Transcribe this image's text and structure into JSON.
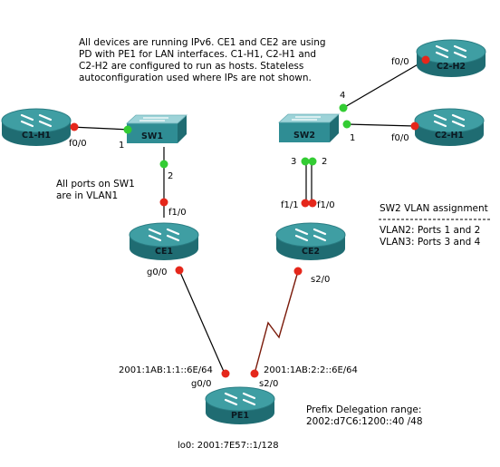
{
  "notes": {
    "top_line1": "All devices are running IPv6. CE1 and CE2 are using",
    "top_line2": "PD with PE1 for LAN interfaces. C1-H1, C2-H1 and",
    "top_line3": "C2-H2 are configured to run as hosts. Stateless",
    "top_line4": "autoconfiguration used where IPs are not shown.",
    "sw1_line1": "All ports on SW1",
    "sw1_line2": "are in VLAN1",
    "vlan_title": "SW2 VLAN assignment",
    "vlan_line1": "VLAN2: Ports 1 and 2",
    "vlan_line2": "VLAN3: Ports 3 and 4",
    "pd_line1": "Prefix Delegation range:",
    "pd_line2": "2002:d7C6:1200::40 /48"
  },
  "devices": {
    "c1h1": "C1-H1",
    "sw1": "SW1",
    "ce1": "CE1",
    "sw2": "SW2",
    "ce2": "CE2",
    "c2h2": "C2-H2",
    "c2h1": "C2-H1",
    "pe1": "PE1"
  },
  "ports": {
    "c1h1_f00": "f0/0",
    "sw1_1": "1",
    "sw1_2": "2",
    "ce1_f10": "f1/0",
    "ce1_g00": "g0/0",
    "sw2_4": "4",
    "sw2_1": "1",
    "sw2_3": "3",
    "sw2_2": "2",
    "c2h2_f00": "f0/0",
    "c2h1_f00": "f0/0",
    "ce2_f11": "f1/1",
    "ce2_f10": "f1/0",
    "ce2_s20": "s2/0",
    "pe1_g00": "g0/0",
    "pe1_s20": "s2/0"
  },
  "addresses": {
    "pe1_g00": "2001:1AB:1:1::6E/64",
    "pe1_s20": "2001:1AB:2:2::6E/64",
    "pe1_lo0": "lo0: 2001:7E57::1/128"
  },
  "colors": {
    "router_top": "#3f9ea3",
    "router_side": "#1f6c72",
    "switch_top": "#9dd3d8",
    "link": "#000000",
    "serial_link": "#7a1a0a",
    "port_down": "#e5271b",
    "port_up": "#33cc33"
  }
}
